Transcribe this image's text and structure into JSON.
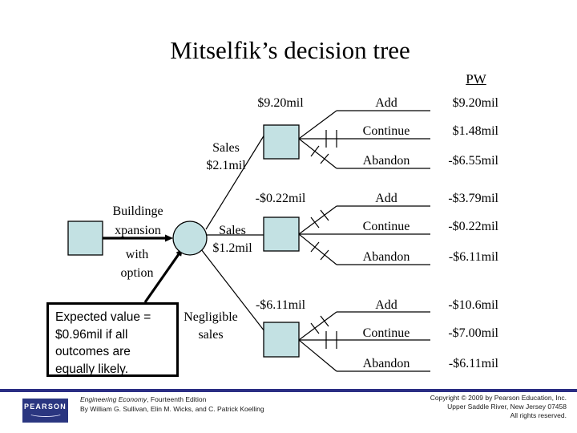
{
  "title": "Mitselfik’s decision tree",
  "pw_header": "PW",
  "root_branch": {
    "label_line1": "Buildinge",
    "label_line2": "xpansion",
    "label_line3": "with",
    "label_line4": "option"
  },
  "branches": [
    {
      "line1": "Sales",
      "line2": "$2.1mil",
      "node_value": "$9.20mil"
    },
    {
      "line1": "Sales",
      "line2": "$1.2mil",
      "node_value": "-$0.22mil"
    },
    {
      "line1": "Negligible",
      "line2": "sales",
      "node_value": "-$6.11mil"
    }
  ],
  "clusters": [
    {
      "outcomes": [
        {
          "label": "Add",
          "pw": "$9.20mil",
          "pruned": false
        },
        {
          "label": "Continue",
          "pw": "$1.48mil",
          "pruned": true
        },
        {
          "label": "Abandon",
          "pw": "-$6.55mil",
          "pruned": true
        }
      ]
    },
    {
      "outcomes": [
        {
          "label": "Add",
          "pw": "-$3.79mil",
          "pruned": true
        },
        {
          "label": "Continue",
          "pw": "-$0.22mil",
          "pruned": false
        },
        {
          "label": "Abandon",
          "pw": "-$6.11mil",
          "pruned": true
        }
      ]
    },
    {
      "outcomes": [
        {
          "label": "Add",
          "pw": "-$10.6mil",
          "pruned": true
        },
        {
          "label": "Continue",
          "pw": "-$7.00mil",
          "pruned": true
        },
        {
          "label": "Abandon",
          "pw": "-$6.11mil",
          "pruned": false
        }
      ]
    }
  ],
  "callout": {
    "line1": "Expected value =",
    "line2": "$0.96mil if all",
    "line3": "outcomes are",
    "line4": "equally likely."
  },
  "footer": {
    "logo_text": "PEARSON",
    "book_title": "Engineering Economy",
    "book_title_suffix": ", Fourteenth Edition",
    "authors": "By William G. Sullivan, Elin M. Wicks, and C. Patrick Koelling",
    "copyright_line1": "Copyright © 2009 by Pearson Education, Inc.",
    "copyright_line2": "Upper Saddle River, New Jersey 07458",
    "copyright_line3": "All rights reserved."
  },
  "colors": {
    "node_fill": "#c3e1e3",
    "footer_bar": "#2b2e84",
    "logo_bg": "#2a3680"
  }
}
